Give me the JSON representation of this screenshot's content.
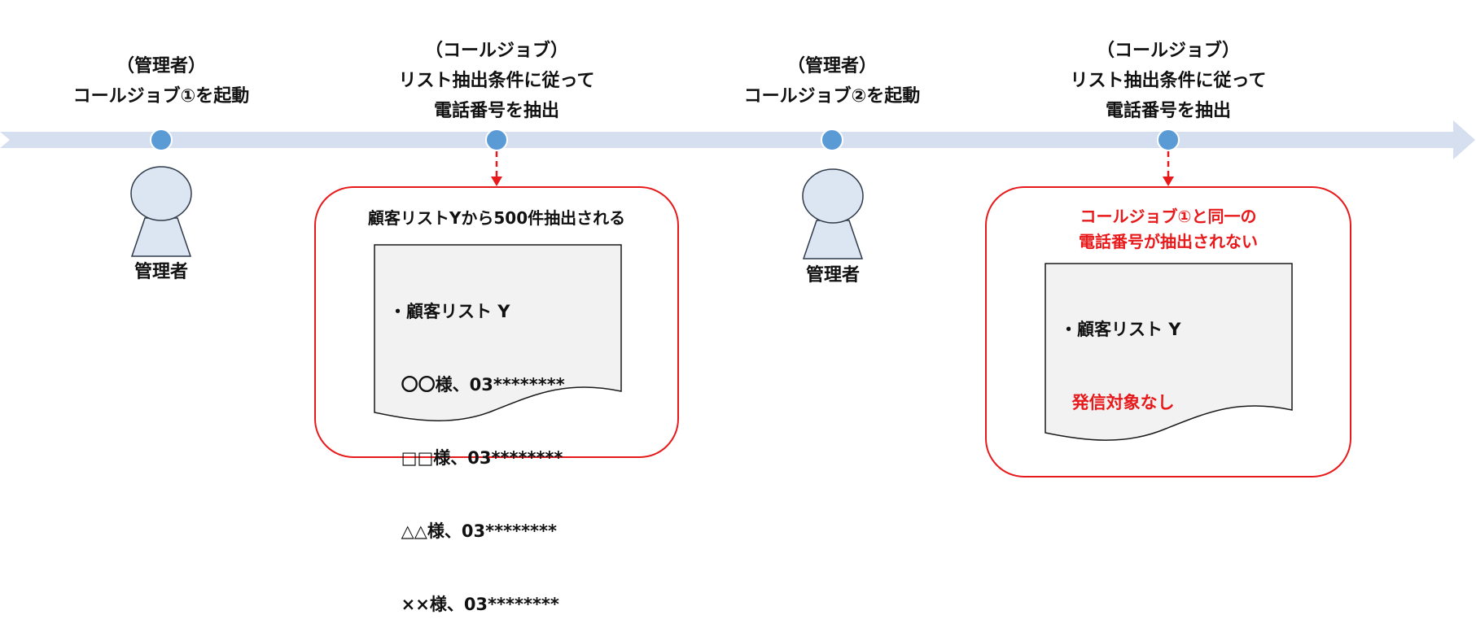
{
  "events": [
    {
      "lines": [
        "（管理者）",
        "コールジョブ①を起動"
      ]
    },
    {
      "lines": [
        "（コールジョブ）",
        "リスト抽出条件に従って",
        "電話番号を抽出"
      ]
    },
    {
      "lines": [
        "（管理者）",
        "コールジョブ②を起動"
      ]
    },
    {
      "lines": [
        "（コールジョブ）",
        "リスト抽出条件に従って",
        "電話番号を抽出"
      ]
    }
  ],
  "actors": [
    {
      "label": "管理者"
    },
    {
      "label": "管理者"
    }
  ],
  "result_boxes": [
    {
      "caption": [
        "顧客リストYから500件抽出される"
      ],
      "document": {
        "title": "・顧客リスト Y",
        "entries": [
          "  〇〇様、03********",
          "  □□様、03********",
          "  △△様、03********",
          "  ××様、03********"
        ]
      }
    },
    {
      "caption": [
        "コールジョブ①と同一の",
        "電話番号が抽出されない"
      ],
      "document": {
        "title": "・顧客リスト Y",
        "entries": [
          "  発信対象なし"
        ]
      }
    }
  ],
  "colors": {
    "timeline": "#d5dff0",
    "milestone": "#5b9bd5",
    "highlight_red": "#e8191b",
    "person_fill": "#dce6f2",
    "person_stroke": "#2f3a4a",
    "document_fill": "#f2f2f2"
  }
}
